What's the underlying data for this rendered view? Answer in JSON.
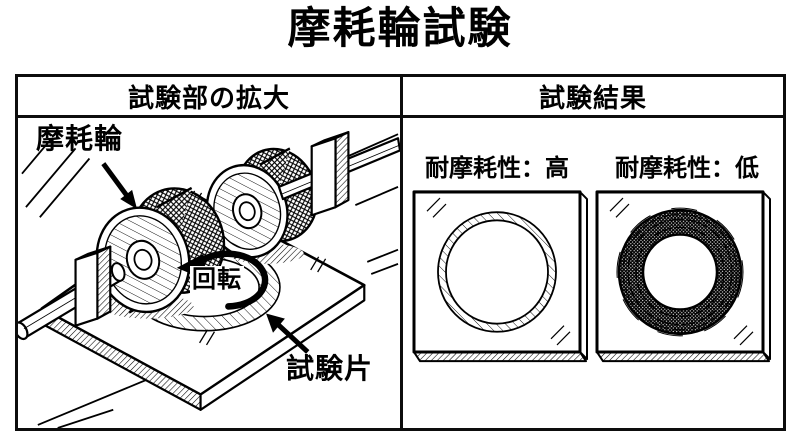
{
  "title": "摩耗輪試験",
  "colors": {
    "ink": "#000000",
    "paper": "#ffffff"
  },
  "left_panel": {
    "header": "試験部の拡大",
    "labels": {
      "abrasion_wheel": "摩耗輪",
      "rotation": "回転",
      "test_piece": "試験片"
    }
  },
  "right_panel": {
    "header": "試験結果",
    "results": [
      {
        "label": "耐摩耗性：高",
        "wear_level": "light"
      },
      {
        "label": "耐摩耗性：低",
        "wear_level": "heavy"
      }
    ]
  }
}
